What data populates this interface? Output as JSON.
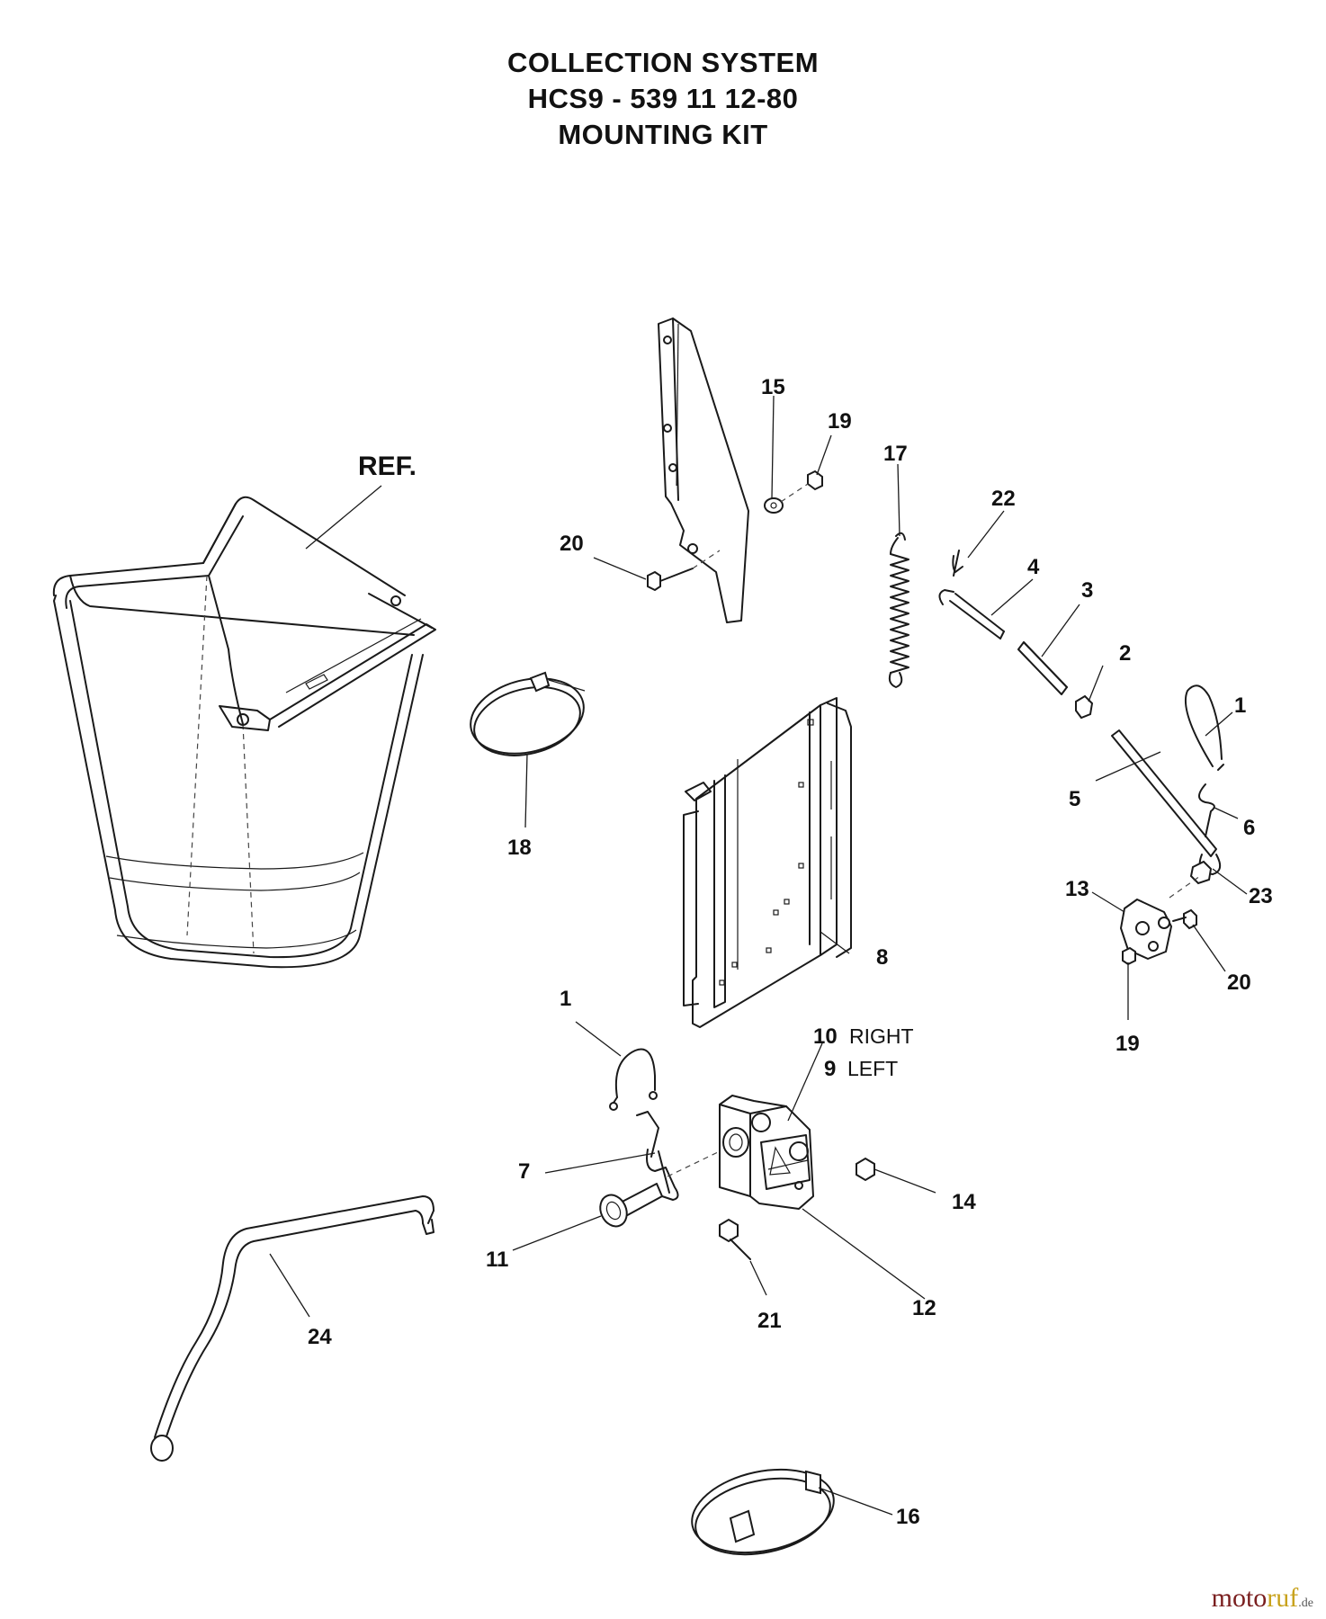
{
  "title": {
    "line1": "COLLECTION SYSTEM",
    "line2": "HCS9 - 539 11 12-80",
    "line3": "MOUNTING KIT"
  },
  "ref_label": "REF.",
  "callouts": [
    {
      "id": "c1a",
      "text": "1"
    },
    {
      "id": "c1b",
      "text": "1"
    },
    {
      "id": "c2",
      "text": "2"
    },
    {
      "id": "c3",
      "text": "3"
    },
    {
      "id": "c4",
      "text": "4"
    },
    {
      "id": "c5",
      "text": "5"
    },
    {
      "id": "c6",
      "text": "6"
    },
    {
      "id": "c7",
      "text": "7"
    },
    {
      "id": "c8",
      "text": "8"
    },
    {
      "id": "c9",
      "text": "9"
    },
    {
      "id": "c10",
      "text": "10"
    },
    {
      "id": "c11",
      "text": "11"
    },
    {
      "id": "c12",
      "text": "12"
    },
    {
      "id": "c13",
      "text": "13"
    },
    {
      "id": "c14",
      "text": "14"
    },
    {
      "id": "c15",
      "text": "15"
    },
    {
      "id": "c16",
      "text": "16"
    },
    {
      "id": "c17",
      "text": "17"
    },
    {
      "id": "c18",
      "text": "18"
    },
    {
      "id": "c19a",
      "text": "19"
    },
    {
      "id": "c19b",
      "text": "19"
    },
    {
      "id": "c20a",
      "text": "20"
    },
    {
      "id": "c20b",
      "text": "20"
    },
    {
      "id": "c21",
      "text": "21"
    },
    {
      "id": "c22",
      "text": "22"
    },
    {
      "id": "c23",
      "text": "23"
    },
    {
      "id": "c24",
      "text": "24"
    }
  ],
  "side_labels": {
    "right": "RIGHT",
    "left": "LEFT"
  },
  "watermark": {
    "name_part1": "moto",
    "name_part2": "ruf",
    "tld": ".de"
  }
}
